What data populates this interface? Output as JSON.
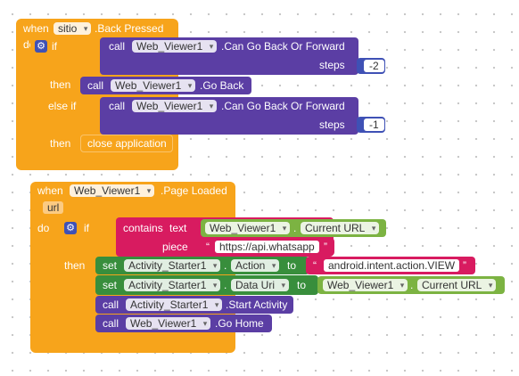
{
  "event1": {
    "when": "when",
    "component": "sitio",
    "event": ".Back Pressed",
    "do": "do",
    "if": "if",
    "call1": "call",
    "component1": "Web_Viewer1",
    "method1": ".Can Go Back Or Forward",
    "steps1_label": "steps",
    "steps1_value": "-2",
    "then1": "then",
    "call2": "call",
    "component2": "Web_Viewer1",
    "method2": ".Go Back",
    "elseif": "else if",
    "call3": "call",
    "component3": "Web_Viewer1",
    "method3": ".Can Go Back Or Forward",
    "steps2_label": "steps",
    "steps2_value": "-1",
    "then2": "then",
    "close": "close application"
  },
  "event2": {
    "when": "when",
    "component": "Web_Viewer1",
    "event": ".Page Loaded",
    "param": "url",
    "do": "do",
    "if": "if",
    "contains": "contains",
    "text_label": "text",
    "text_component": "Web_Viewer1",
    "text_dot": ".",
    "text_prop": "Current URL",
    "piece_label": "piece",
    "piece_value": "https://api.whatsapp",
    "then": "then",
    "set1": "set",
    "set1_component": "Activity_Starter1",
    "set1_dot": ".",
    "set1_prop": "Action",
    "set1_to": "to",
    "set1_value": "android.intent.action.VIEW",
    "set2": "set",
    "set2_component": "Activity_Starter1",
    "set2_dot": ".",
    "set2_prop": "Data Uri",
    "set2_to": "to",
    "set2_vcomponent": "Web_Viewer1",
    "set2_vdot": ".",
    "set2_vprop": "Current URL",
    "call1": "call",
    "call1_component": "Activity_Starter1",
    "call1_method": ".Start Activity",
    "call2": "call",
    "call2_component": "Web_Viewer1",
    "call2_method": ".Go Home"
  },
  "quote_open": "“",
  "quote_close": "”",
  "colors": {
    "control_orange": "#f7a41b",
    "component_purple": "#5b3ea4",
    "text_pink": "#d81b60",
    "getter_green": "#7cb342",
    "setter_green": "#388e3c",
    "math_blue": "#3f51b5"
  }
}
